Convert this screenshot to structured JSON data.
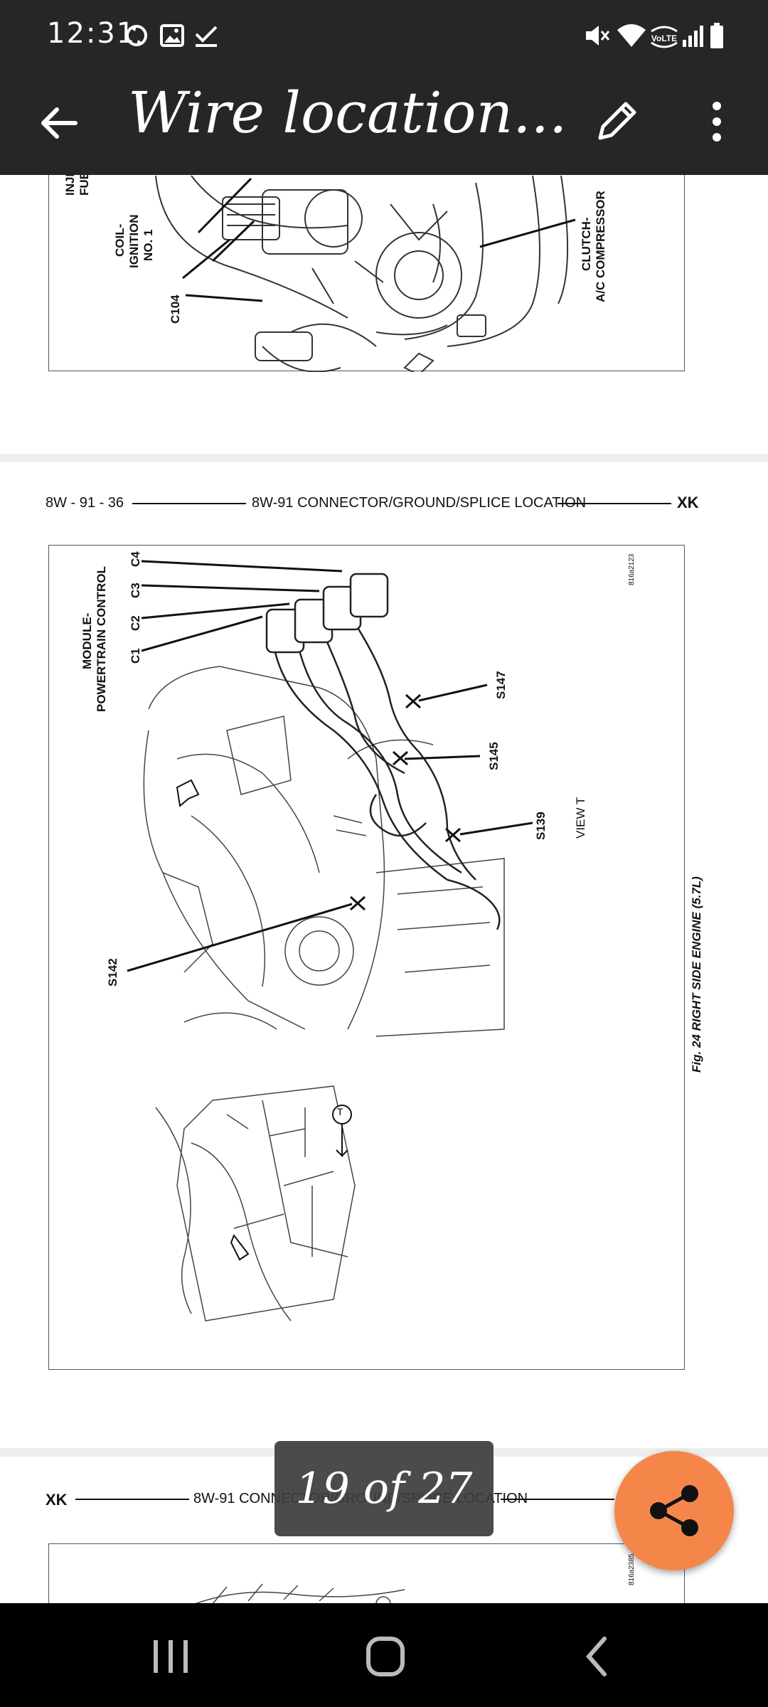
{
  "status_bar": {
    "time": "12:31",
    "left_icons": [
      "sync-icon",
      "gallery-icon",
      "checkmark-icon"
    ],
    "right_icons": [
      "mute-icon",
      "wifi-icon",
      "volte-icon",
      "signal-icon",
      "battery-icon"
    ],
    "volte_label": "VoLTE"
  },
  "app_bar": {
    "title": "Wire location...",
    "back_icon": "arrow-back-icon",
    "edit_icon": "pencil-icon",
    "more_icon": "more-vert-icon"
  },
  "document": {
    "page_top": {
      "labels": {
        "inject": "INJECT",
        "fuel": "FUEL-",
        "coil_ignition": "COIL-",
        "coil_ignition_2": "IGNITION",
        "coil_ignition_3": "NO. 1",
        "c104": "C104",
        "clutch": "CLUTCH-",
        "ac_compressor": "A/C COMPRESSOR"
      }
    },
    "page_middle": {
      "header_left": "8W - 91 - 36",
      "header_center": "8W-91 CONNECTOR/GROUND/SPLICE LOCATION",
      "header_right": "XK",
      "figure_id": "816a2123",
      "labels": {
        "module": "MODULE-",
        "pcm": "POWERTRAIN CONTROL",
        "c1": "C1",
        "c2": "C2",
        "c3": "C3",
        "c4": "C4",
        "s147": "S147",
        "s145": "S145",
        "s142": "S142",
        "s139": "S139",
        "view_t": "VIEW T",
        "view_marker": "T"
      },
      "caption": "Fig. 24 RIGHT SIDE ENGINE (5.7L)"
    },
    "page_bottom": {
      "header_left": "XK",
      "header_center": "8W-91 CONNECTOR/GROUND/SPLICE LOCATION",
      "figure_id": "816a2385"
    }
  },
  "page_indicator": {
    "text": "19 of 27"
  },
  "share_fab": {
    "icon": "share-icon"
  },
  "nav_bar": {
    "recents_icon": "recents-icon",
    "home_icon": "home-icon",
    "back_icon": "nav-back-icon"
  }
}
